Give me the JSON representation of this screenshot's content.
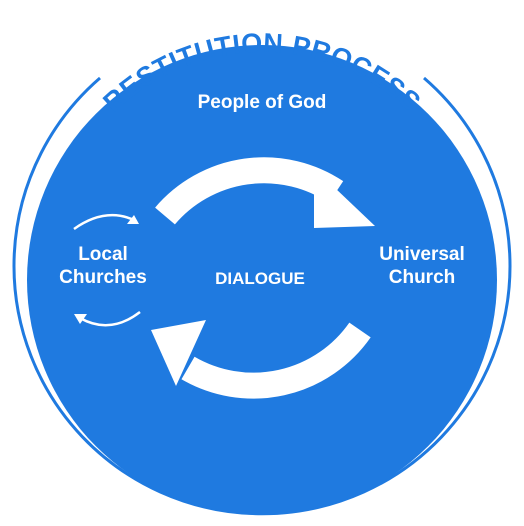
{
  "title": "RESTITUTION PROCESS",
  "top_label": "People of God",
  "left_label": {
    "line1": "Local",
    "line2": "Churches"
  },
  "center_label": "DIALOGUE",
  "right_label": {
    "line1": "Universal",
    "line2": "Church"
  },
  "colors": {
    "circle_fill": "#1f7ae0",
    "ring_stroke": "#1f7ae0",
    "title_text": "#1f7ae0",
    "arrow": "#ffffff",
    "text": "#ffffff",
    "background": "#ffffff"
  },
  "icons": {
    "top_cycle_arrow": "clockwise-arc-arrow",
    "bottom_cycle_arrow": "clockwise-arc-arrow",
    "small_top_arrow": "curved-arrow-right",
    "small_bottom_arrow": "curved-arrow-left"
  }
}
